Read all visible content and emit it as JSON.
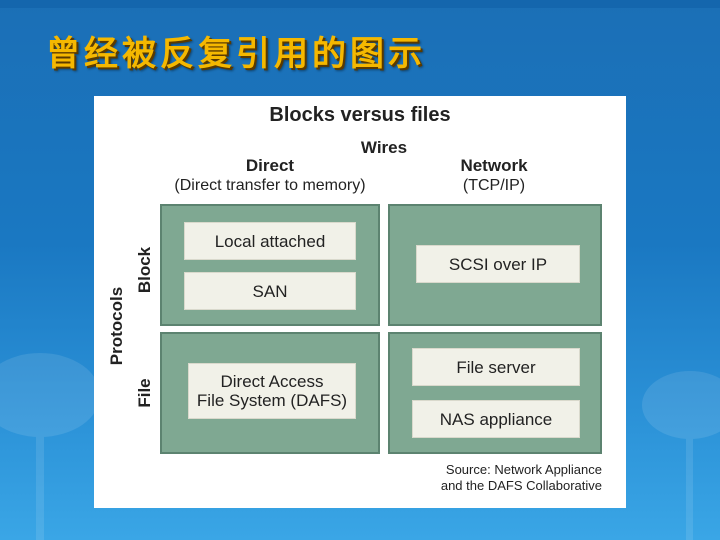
{
  "slide_title": "曾经被反复引用的图示",
  "figure": {
    "title": "Blocks versus files",
    "wires_label": "Wires",
    "columns": [
      {
        "heading": "Direct",
        "subheading": "(Direct transfer to memory)"
      },
      {
        "heading": "Network",
        "subheading": "(TCP/IP)"
      }
    ],
    "protocols_label": "Protocols",
    "rows": [
      "Block",
      "File"
    ],
    "cells": {
      "block_direct": [
        "Local attached",
        "SAN"
      ],
      "block_network": [
        "SCSI over IP"
      ],
      "file_direct": [
        "Direct Access\nFile System (DAFS)"
      ],
      "file_network": [
        "File server",
        "NAS appliance"
      ]
    },
    "source": "Source: Network Appliance\nand the DAFS Collaborative"
  },
  "colors": {
    "slide_background": "#1a78c2",
    "title_text": "#f5b800",
    "cell_fill": "#7fa892",
    "cell_border": "#5c8370",
    "box_fill": "#f1f1e8"
  }
}
